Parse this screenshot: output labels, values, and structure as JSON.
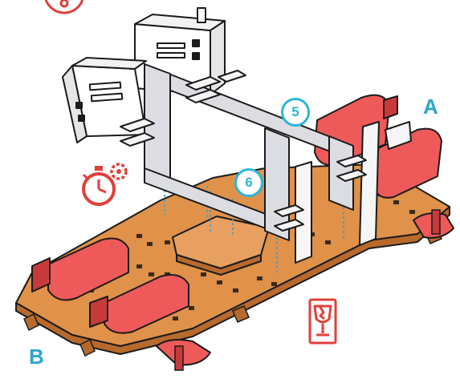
{
  "labels": {
    "side_a": "A",
    "side_b": "B"
  },
  "steps": {
    "step_5": "5",
    "step_6": "6"
  },
  "icons": {
    "top_left": "weight-icon",
    "timer": "stopwatch-gear-icon",
    "fragile": "fragile-glass-icon"
  },
  "colors": {
    "base_plate": "#e0914a",
    "base_plate_edge": "#b86a2c",
    "red_part": "#ee5a5a",
    "red_part_dark": "#c83a3a",
    "frame_gray": "#dcdde2",
    "frame_outline": "#1b1b1b",
    "label_blue": "#2aa6c9",
    "icon_red": "#e0403a",
    "guide_line": "#3aa0d0"
  }
}
